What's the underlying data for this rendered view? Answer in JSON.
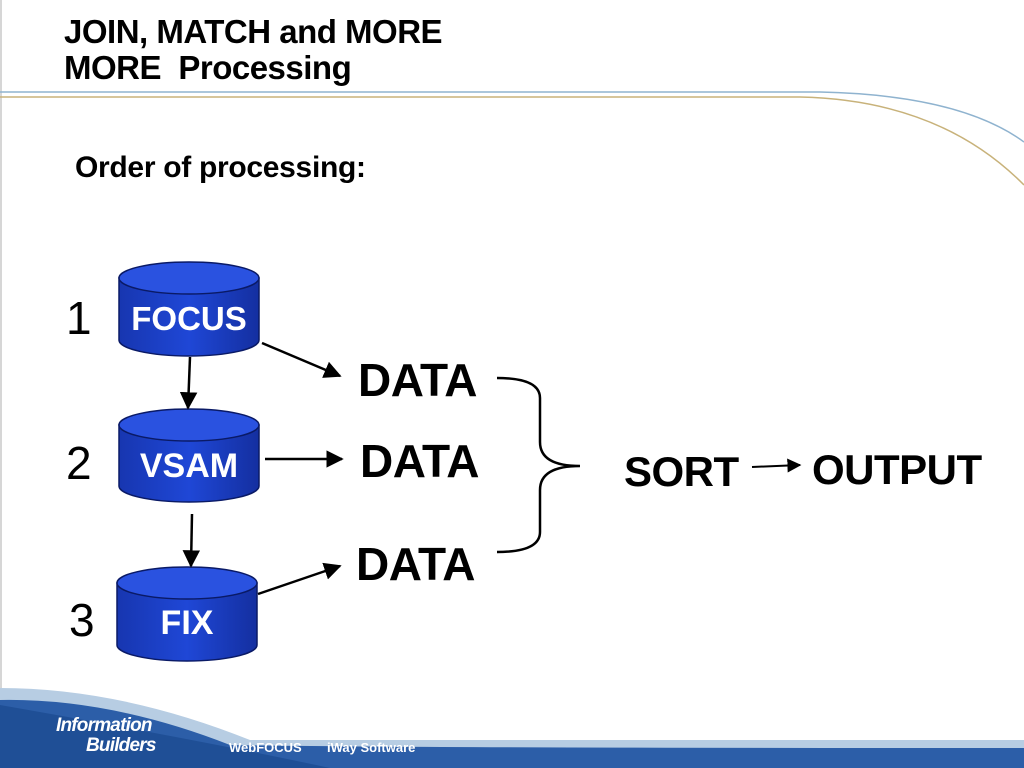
{
  "slide": {
    "title_line1": "JOIN, MATCH and MORE",
    "title_line2": "MORE  Processing",
    "subtitle": "Order of processing:"
  },
  "diagram": {
    "steps": [
      {
        "number": "1",
        "source": "FOCUS"
      },
      {
        "number": "2",
        "source": "VSAM"
      },
      {
        "number": "3",
        "source": "FIX"
      }
    ],
    "data_labels": [
      "DATA",
      "DATA",
      "DATA"
    ],
    "sort_label": "SORT",
    "output_label": "OUTPUT"
  },
  "footer": {
    "brand_line1": "Information",
    "brand_line2": "Builders",
    "links": [
      "WebFOCUS",
      "iWay Software"
    ]
  },
  "colors": {
    "cylinder_fill": "#1a3ec8",
    "footer_blue": "#2c5ea8",
    "accent_gold": "#c8b27a"
  }
}
